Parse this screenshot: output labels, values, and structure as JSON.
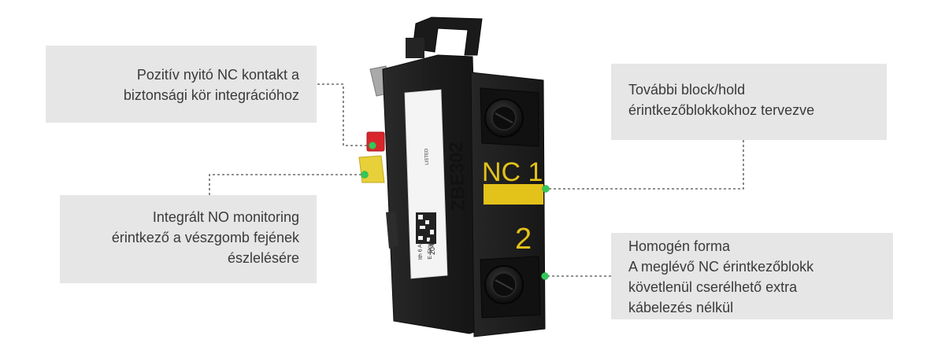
{
  "callouts": {
    "top_left": {
      "lines": [
        "Pozitív nyitó NC kontakt a",
        "biztonsági kör integrációhoz"
      ]
    },
    "bottom_left": {
      "lines": [
        "Integrált NO monitoring",
        "érintkező a vészgomb fejének",
        "észlelésére"
      ]
    },
    "top_right": {
      "lines": [
        "További block/hold",
        "érintkezőblokkokhoz tervezve"
      ]
    },
    "bottom_right": {
      "lines": [
        "Homogén forma",
        "A meglévő NC érintkezőblokk",
        "követlenül cserélhető extra",
        "kábelezés nélkül"
      ]
    }
  },
  "product": {
    "model": "ZBE302",
    "terminal_top_label": "NC 1",
    "terminal_bottom_label": "2",
    "date_code": "2046",
    "rating": "Ith 6 A",
    "label_small_1": "E-Stop Unit",
    "label_small_2": "LISTED"
  },
  "colors": {
    "body": "#1f1f1f",
    "marking": "#e3c21a",
    "indicator_red": "#d9262c",
    "indicator_yellow": "#e8d03a",
    "leader_dot": "#34c759",
    "callout_bg": "#e6e6e6"
  }
}
